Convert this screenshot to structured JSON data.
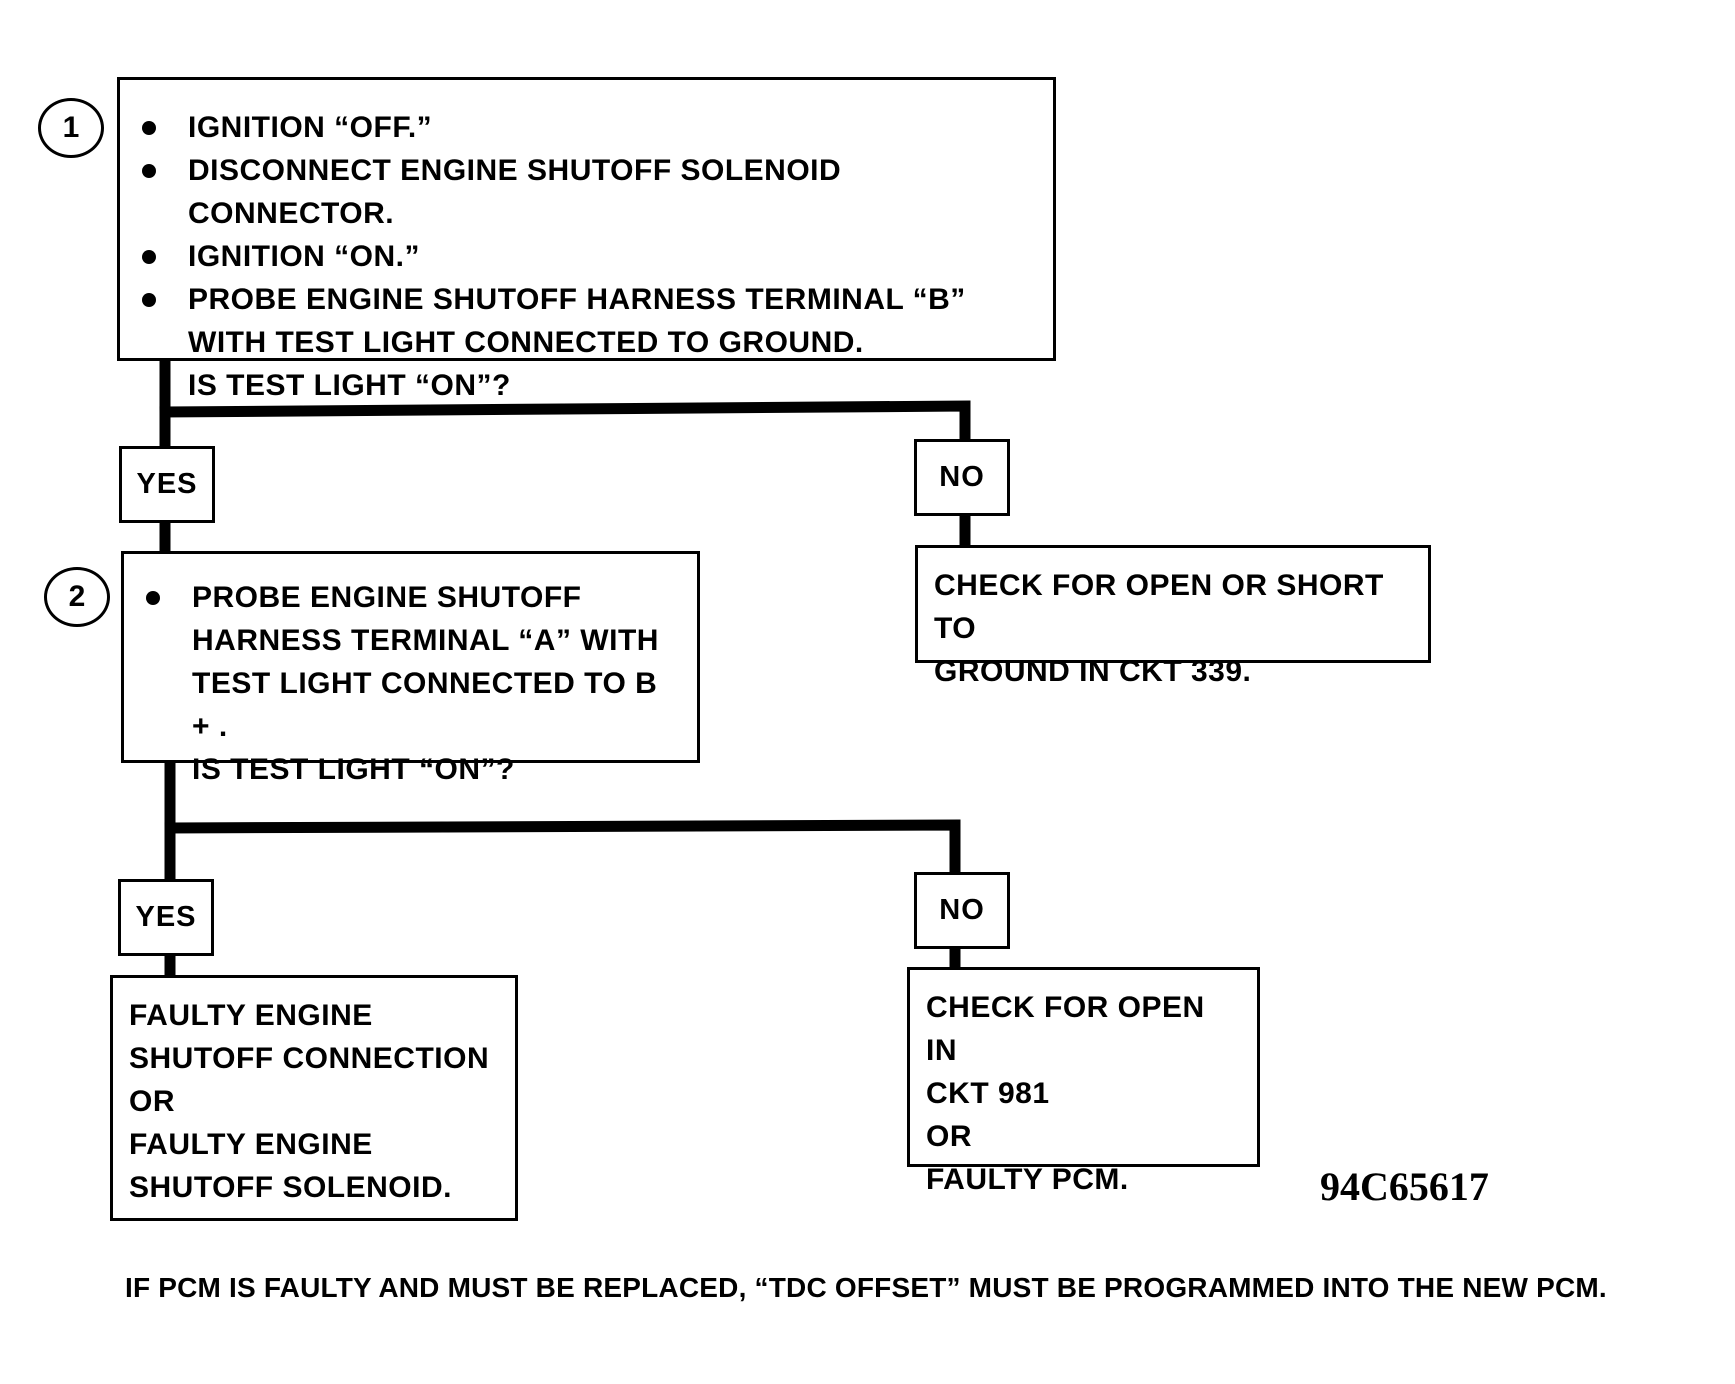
{
  "step1": {
    "number": "1",
    "bullets": [
      "IGNITION “OFF.”",
      "DISCONNECT ENGINE SHUTOFF SOLENOID CONNECTOR.",
      "IGNITION “ON.”",
      "PROBE ENGINE SHUTOFF HARNESS TERMINAL “B” WITH TEST LIGHT CONNECTED TO GROUND."
    ],
    "question": "IS TEST LIGHT “ON”?",
    "yes_label": "YES",
    "no_label": "NO",
    "no_result": [
      "CHECK FOR OPEN OR SHORT TO",
      "GROUND IN CKT 339."
    ]
  },
  "step2": {
    "number": "2",
    "bullets": [
      "PROBE ENGINE SHUTOFF HARNESS TERMINAL “A” WITH TEST LIGHT CONNECTED TO B + ."
    ],
    "question": "IS TEST LIGHT “ON”?",
    "yes_label": "YES",
    "no_label": "NO",
    "yes_result": [
      "FAULTY ENGINE",
      "SHUTOFF CONNECTION",
      "OR",
      "FAULTY ENGINE",
      "SHUTOFF SOLENOID."
    ],
    "no_result": [
      "CHECK FOR OPEN IN",
      "CKT 981",
      "OR",
      "FAULTY PCM."
    ]
  },
  "figure_code": "94C65617",
  "footnote": "IF PCM IS FAULTY AND MUST BE REPLACED, “TDC OFFSET” MUST BE PROGRAMMED INTO THE NEW PCM."
}
